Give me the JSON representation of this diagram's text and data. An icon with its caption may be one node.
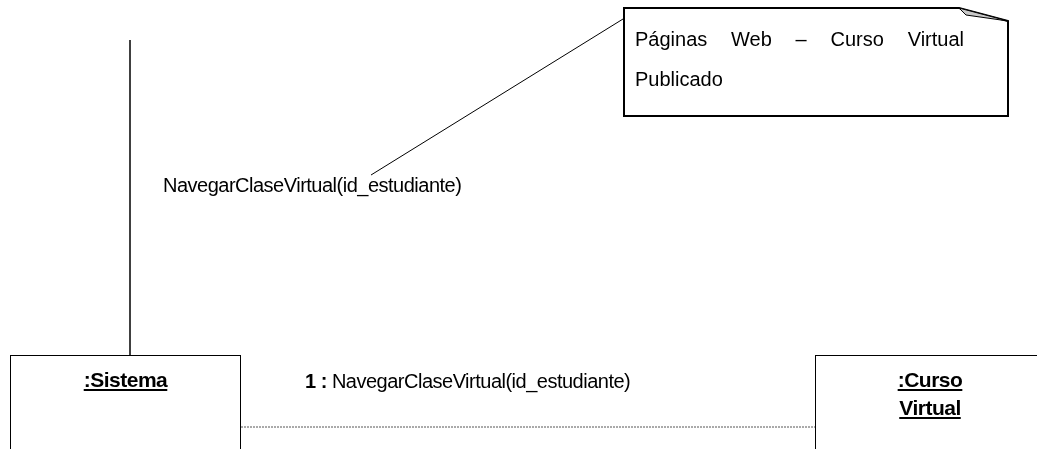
{
  "diagram": {
    "nodes": [
      {
        "text": [
          "Páginas Web – Curso Virtual Publicado"
        ]
      },
      {
        "text": [
          ":Sistema"
        ]
      },
      {
        "text": [
          ":Curso Virtual"
        ]
      },
      {
        "text": [
          "NavegarClaseVirtual(id_estudiante)"
        ]
      }
    ],
    "edges": [
      {
        "from": null,
        "to": 1,
        "arrow": "none"
      },
      {
        "from": 0,
        "to": 3,
        "arrow": "none"
      },
      {
        "from": 1,
        "to": 2,
        "arrow": "none",
        "style": "dashed",
        "label": "**1 :** NavegarClaseVirtual(id_estudiante)"
      }
    ]
  }
}
